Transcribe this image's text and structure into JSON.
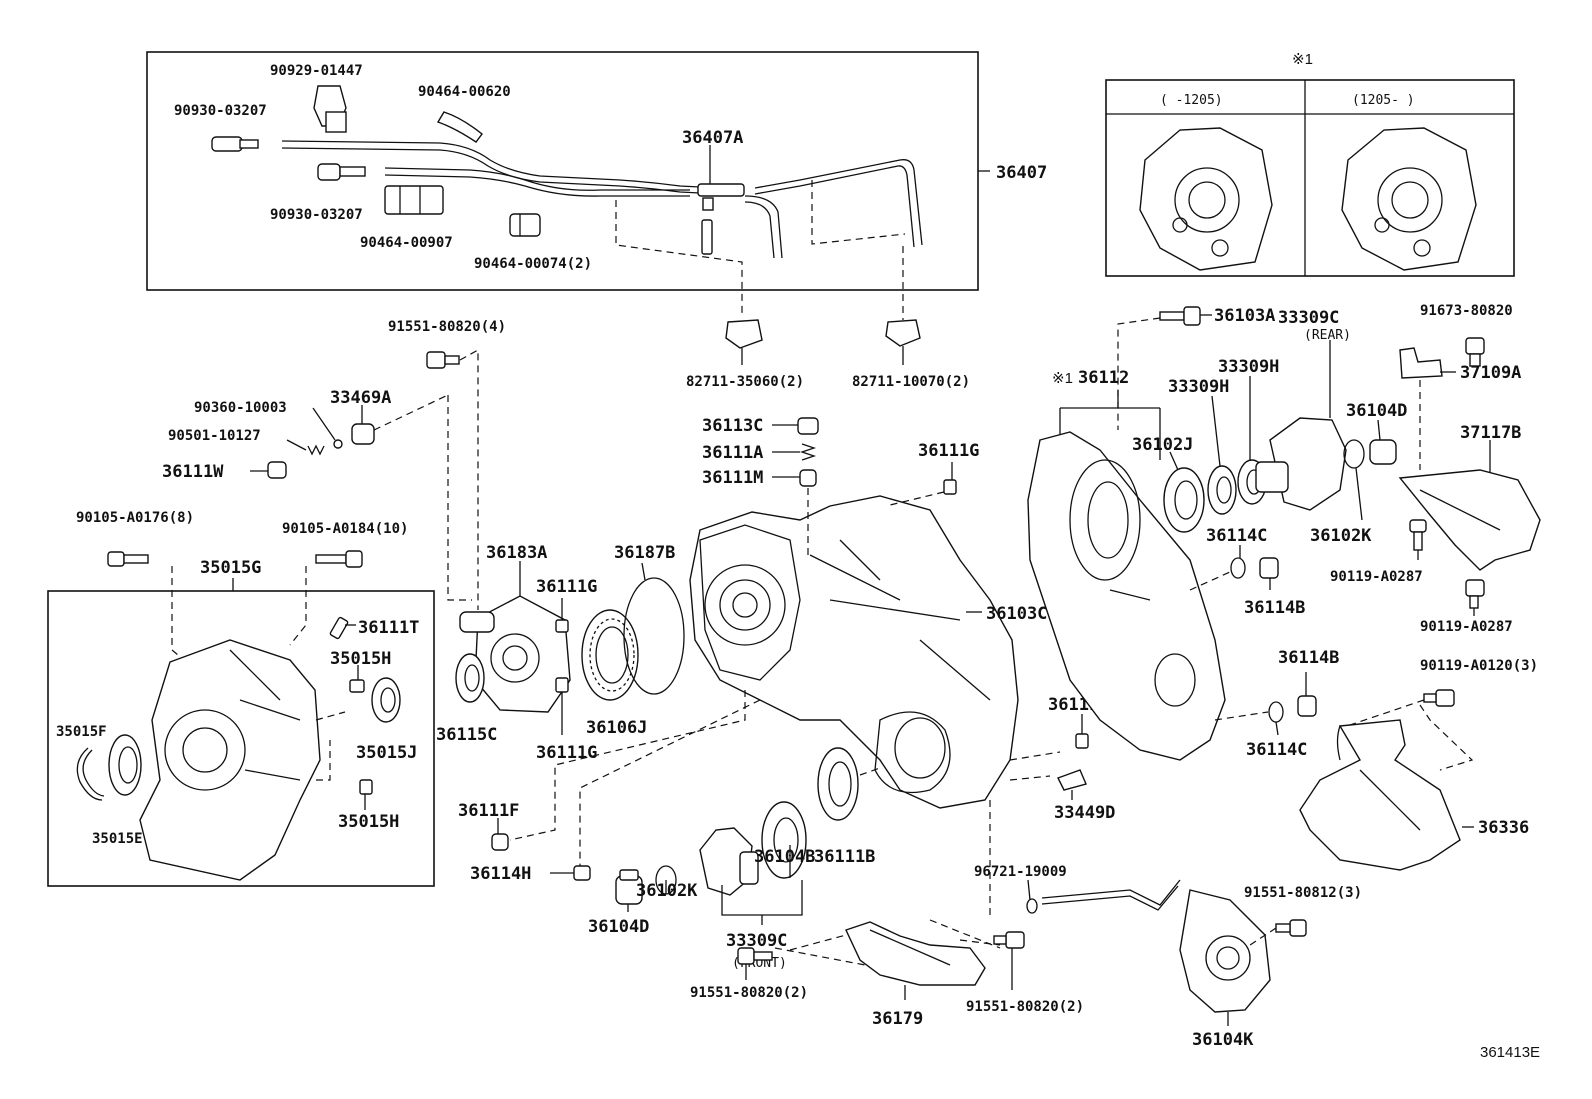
{
  "diagram": {
    "code": "361413E",
    "note_marker": "※1",
    "inset": {
      "left_header": "(      -1205)",
      "right_header": "(1205-      )"
    },
    "labels": {
      "p36407": "36407",
      "p36407A": "36407A",
      "p90929_01447": "90929-01447",
      "p90930_03207a": "90930-03207",
      "p90930_03207b": "90930-03207",
      "p90464_00620": "90464-00620",
      "p90464_00907": "90464-00907",
      "p90464_00074": "90464-00074(2)",
      "p82711_35060": "82711-35060(2)",
      "p82711_10070": "82711-10070(2)",
      "p91551_80820_4": "91551-80820(4)",
      "p90360_10003": "90360-10003",
      "p33469A": "33469A",
      "p90501_10127": "90501-10127",
      "p36111W": "36111W",
      "p90105_A0176": "90105-A0176(8)",
      "p90105_A0184": "90105-A0184(10)",
      "p35015G": "35015G",
      "p36111T": "36111T",
      "p35015H_a": "35015H",
      "p35015J": "35015J",
      "p35015F": "35015F",
      "p35015E": "35015E",
      "p35015H_b": "35015H",
      "p36183A": "36183A",
      "p36111G_a": "36111G",
      "p36187B": "36187B",
      "p36115C": "36115C",
      "p36106J": "36106J",
      "p36111G_b": "36111G",
      "p36113C": "36113C",
      "p36111A": "36111A",
      "p36111M": "36111M",
      "p36111G_c": "36111G",
      "p36103C": "36103C",
      "p36111F": "36111F",
      "p36114H": "36114H",
      "p36104D_a": "36104D",
      "p36102K_a": "36102K",
      "p36104B": "36104B",
      "p33309C_front": "33309C",
      "front_note": "(FRONT)",
      "p36111B": "36111B",
      "p36111G_d": "36111G",
      "p33449D": "33449D",
      "p36103A": "36103A",
      "p36112": "36112",
      "p33309C_rear": "33309C",
      "rear_note": "(REAR)",
      "p33309H_a": "33309H",
      "p33309H_b": "33309H",
      "p36102J": "36102J",
      "p36104D_b": "36104D",
      "p36114C_a": "36114C",
      "p36114B_a": "36114B",
      "p36102K_b": "36102K",
      "p91673_80820": "91673-80820",
      "p37109A": "37109A",
      "p37117B": "37117B",
      "p90119_A0287_a": "90119-A0287",
      "p90119_A0287_b": "90119-A0287",
      "p36114B_b": "36114B",
      "p36114C_b": "36114C",
      "p90119_A0120": "90119-A0120(3)",
      "p36336": "36336",
      "p96721_19009": "96721-19009",
      "p91551_80812": "91551-80812(3)",
      "p91551_80820_2a": "91551-80820(2)",
      "p91551_80820_2b": "91551-80820(2)",
      "p36179": "36179",
      "p36104K": "36104K"
    }
  }
}
